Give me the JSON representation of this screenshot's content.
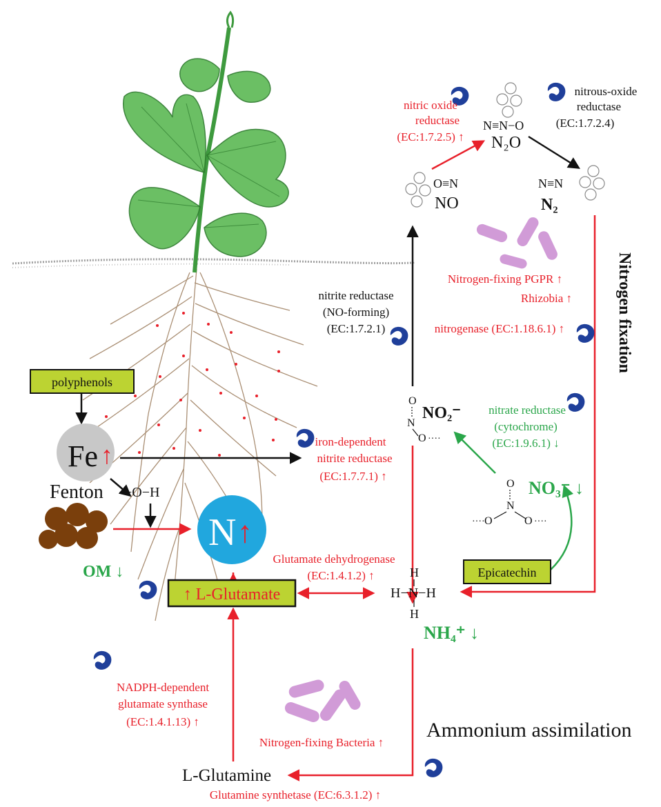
{
  "colors": {
    "red": "#e8202a",
    "green": "#2aa64a",
    "black": "#111111",
    "lime_box": "#bcd332",
    "enzyme_blue": "#1f3f9a",
    "bacteria_purple": "#c98ad0",
    "n_circle": "#21a7de",
    "fe_circle": "#c8c8c8",
    "om_brown": "#7a3f0c",
    "plant_green": "#4caf50",
    "root_brown": "#9b7b5b"
  },
  "icons": {
    "enzyme": "enzyme-icon",
    "bacteria": "bacteria-icon",
    "gas": "gas-bubbles-icon",
    "plant": "cucumber-plant-icon",
    "organic_matter": "organic-matter-icon"
  },
  "labels": {
    "polyphenols": "polyphenols",
    "epicatechin": "Epicatechin",
    "fe": "Fe",
    "fe_arrow": "↑",
    "fenton": "Fenton",
    "hydroxyl": "−O−H",
    "n": "N",
    "n_arrow": "↑",
    "om": "OM ↓",
    "l_glutamate": "↑ L-Glutamate",
    "l_glutamine": "L-Glutamine",
    "nitrogen_fixation": "Nitrogen fixation",
    "ammonium_assimilation": "Ammonium assimilation"
  },
  "molecules": {
    "no_struct": "O≡N",
    "no": "NO",
    "n2o_struct": "N≡N−O",
    "n2o": "N₂O",
    "n2_struct": "N≡N",
    "n2": "N₂",
    "no2": "NO₂⁻",
    "no3": "NO₃⁻ ↓",
    "nh4": "NH₄⁺ ↓",
    "atom_o": "O",
    "atom_n": "N",
    "atom_h": "H",
    "bond_dots": "····",
    "nh4_mid": "H−N−H"
  },
  "enzymes": {
    "nitric_oxide_reductase": [
      "nitric oxide",
      "reductase",
      "(EC:1.7.2.5) ↑"
    ],
    "nitrous_oxide_reductase": [
      "nitrous-oxide",
      "reductase",
      "(EC:1.7.2.4)"
    ],
    "nitrite_reductase_no": [
      "nitrite reductase",
      "(NO-forming)",
      "(EC:1.7.2.1)"
    ],
    "nitrogen_fixing_pgpr": "Nitrogen-fixing PGPR ↑",
    "rhizobia": "Rhizobia ↑",
    "nitrogenase": "nitrogenase (EC:1.18.6.1) ↑",
    "nitrate_reductase": [
      "nitrate reductase",
      "(cytochrome)",
      "(EC:1.9.6.1) ↓"
    ],
    "iron_nitrite_reductase": [
      "iron-dependent",
      "nitrite reductase",
      "(EC:1.7.7.1) ↑"
    ],
    "glutamate_dehydrogenase": [
      "Glutamate dehydrogenase",
      "(EC:1.4.1.2) ↑"
    ],
    "glutamate_synthase": [
      "NADPH-dependent",
      "glutamate synthase",
      "(EC:1.4.1.13) ↑"
    ],
    "nitrogen_fixing_bacteria": "Nitrogen-fixing Bacteria ↑",
    "glutamine_synthetase": "Glutamine synthetase (EC:6.3.1.2) ↑"
  }
}
